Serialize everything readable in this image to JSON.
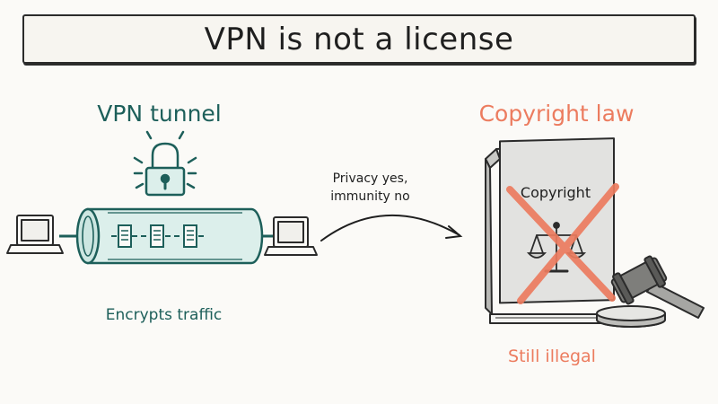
{
  "title": "VPN is not a license",
  "left_panel": {
    "heading": "VPN tunnel",
    "caption": "Encrypts traffic"
  },
  "arrow": {
    "line1": "Privacy yes,",
    "line2": "immunity no"
  },
  "right_panel": {
    "heading": "Copyright law",
    "book_title": "Copyright",
    "caption": "Still illegal"
  },
  "icons": [
    "padlock-icon",
    "laptop-icon",
    "document-icon",
    "scales-of-justice-icon",
    "gavel-icon",
    "cross-mark-icon"
  ],
  "colors": {
    "teal": "#1d5f5a",
    "tunnel_fill": "#dcefeb",
    "coral": "#ec7c5f",
    "book": "#e2e2e0",
    "ink": "#2b2b2b"
  }
}
